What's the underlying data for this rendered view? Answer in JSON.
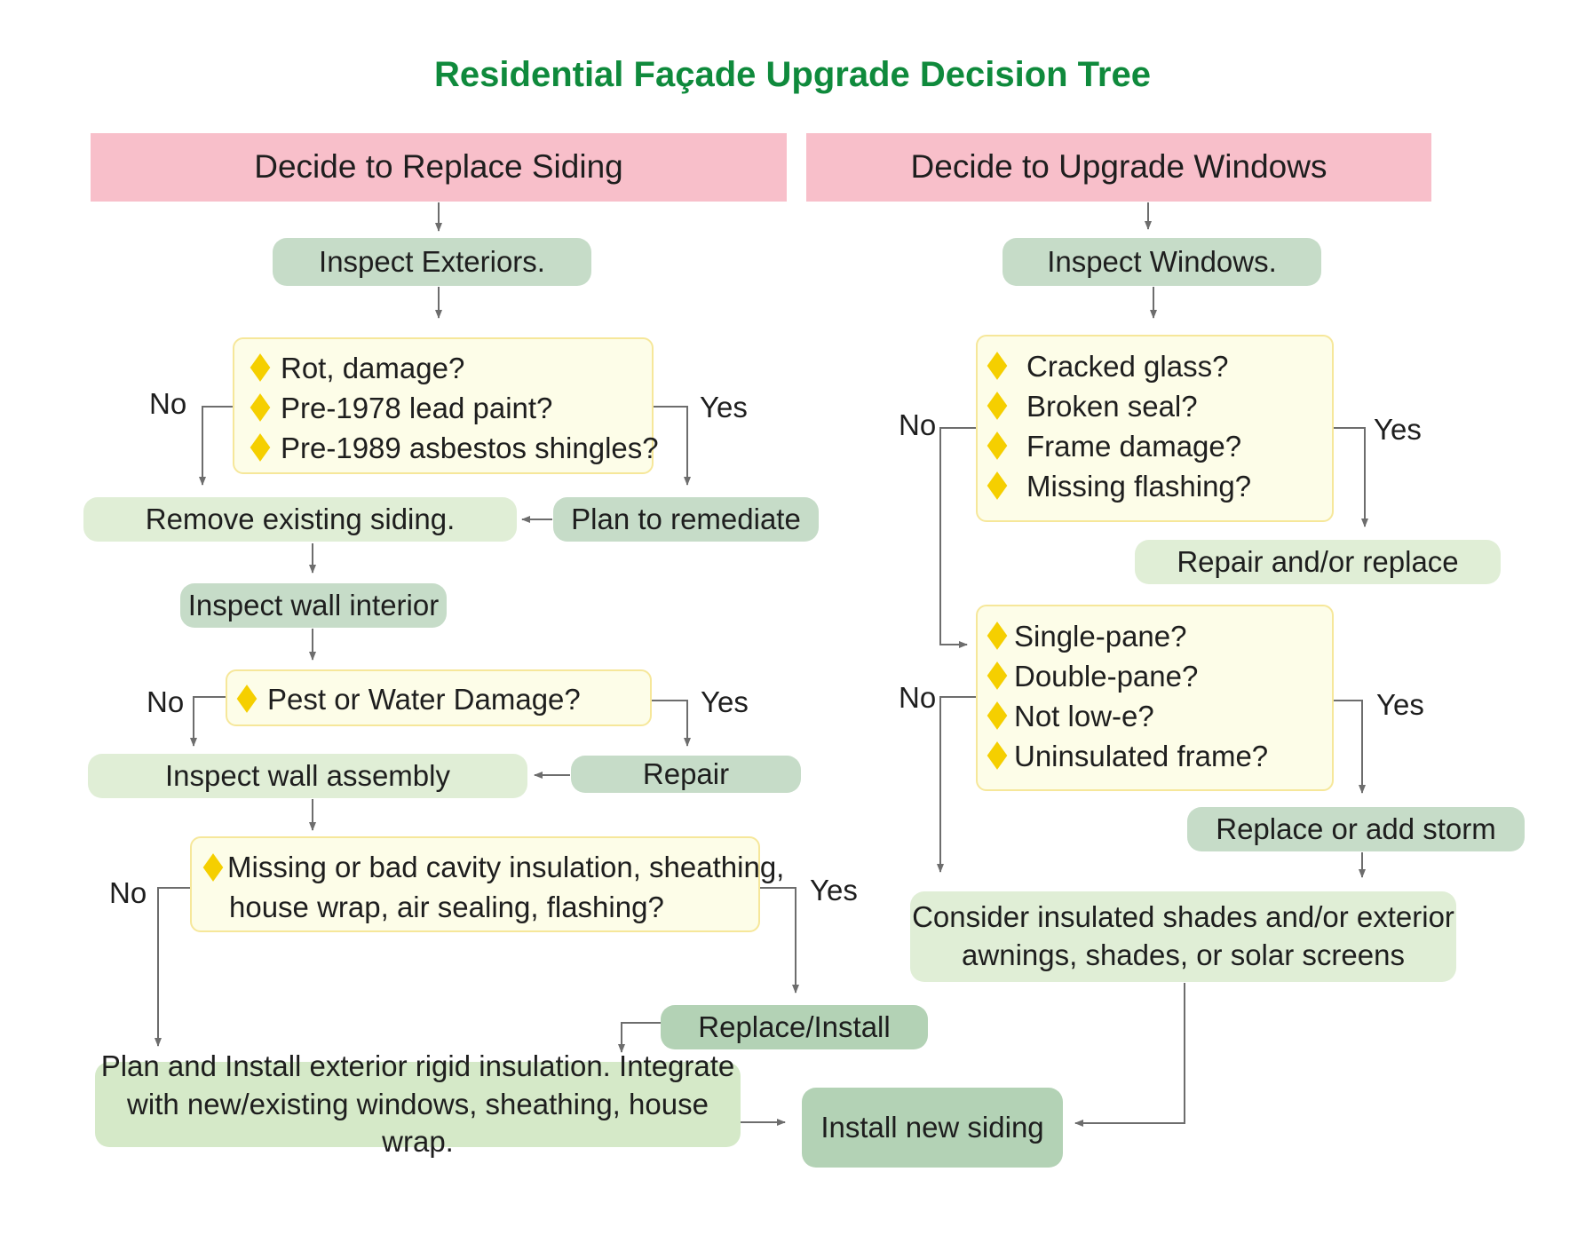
{
  "title": "Residential Façade Upgrade Decision Tree",
  "colors": {
    "title": "#0f8a3c",
    "header": "#f8bfca",
    "step": "#c6dcc8",
    "question_fill": "#fdfde8",
    "question_border": "#f6e79a",
    "bullet": "#f5cf00",
    "connector": "#6d6d6d"
  },
  "siding": {
    "header": "Decide to Replace Siding",
    "inspect_exteriors": "Inspect Exteriors.",
    "q1": {
      "items": [
        "Rot, damage?",
        "Pre-1978 lead paint?",
        "Pre-1989 asbestos shingles?"
      ],
      "no": "No",
      "yes": "Yes"
    },
    "remove_siding": "Remove existing siding.",
    "plan_remediate": "Plan to remediate",
    "inspect_wall_interior": "Inspect wall interior",
    "q2": {
      "items": [
        "Pest or Water Damage?"
      ],
      "no": "No",
      "yes": "Yes"
    },
    "inspect_wall_assembly": "Inspect wall assembly",
    "repair": "Repair",
    "q3": {
      "items": [
        "Missing or bad cavity insulation, sheathing,",
        "house wrap, air sealing, flashing?"
      ],
      "no": "No",
      "yes": "Yes"
    },
    "replace_install": "Replace/Install",
    "plan_install": [
      "Plan and Install exterior rigid insulation. Integrate",
      "with new/existing windows, sheathing, house wrap."
    ],
    "install_new_siding": "Install new siding"
  },
  "windows": {
    "header": "Decide to Upgrade Windows",
    "inspect_windows": "Inspect Windows.",
    "q1": {
      "items": [
        "Cracked glass?",
        "Broken seal?",
        "Frame damage?",
        "Missing flashing?"
      ],
      "no": "No",
      "yes": "Yes"
    },
    "repair_replace": "Repair and/or replace",
    "q2": {
      "items": [
        "Single-pane?",
        "Double-pane?",
        "Not low-e?",
        "Uninsulated frame?"
      ],
      "no": "No",
      "yes": "Yes"
    },
    "replace_storm": "Replace or add storm",
    "consider": [
      "Consider insulated shades and/or exterior",
      "awnings, shades, or solar screens"
    ]
  }
}
